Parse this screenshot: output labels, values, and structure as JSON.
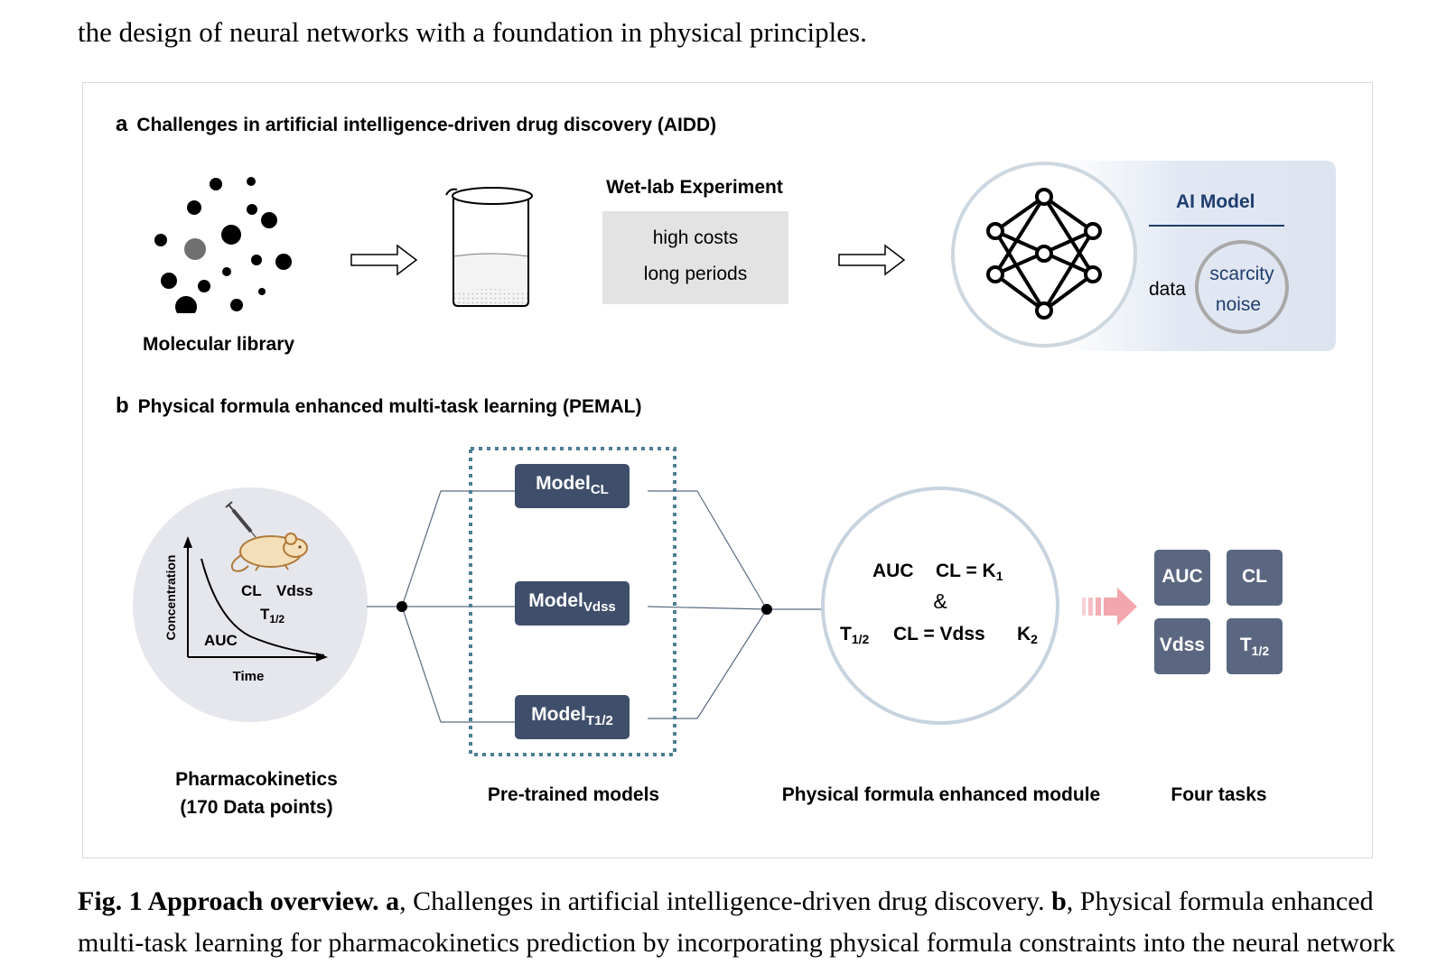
{
  "intro_text": "the design of neural networks with a foundation in physical principles.",
  "panel_a": {
    "letter": "a",
    "title": "Challenges in artificial intelligence-driven drug discovery (AIDD)",
    "molecular_library_label": "Molecular library",
    "wetlab": {
      "title": "Wet-lab Experiment",
      "line1": "high costs",
      "line2": "long periods"
    },
    "ai_model": {
      "title": "AI Model",
      "data_label": "data",
      "issue1": "scarcity",
      "issue2": "noise"
    }
  },
  "panel_b": {
    "letter": "b",
    "title": "Physical formula enhanced multi-task learning (PEMAL)",
    "pk_chart": {
      "y_label": "Concentration",
      "x_label": "Time",
      "cl": "CL",
      "vdss": "Vdss",
      "t_main": "T",
      "t_sub": "1/2",
      "auc": "AUC"
    },
    "pk_label_line1": "Pharmacokinetics",
    "pk_label_line2": "(170 Data points)",
    "models": [
      {
        "main": "Model",
        "sub": "CL"
      },
      {
        "main": "Model",
        "sub": "Vdss"
      },
      {
        "main": "Model",
        "sub": "T1/2"
      }
    ],
    "pretrained_label": "Pre-trained models",
    "formula": {
      "auc": "AUC",
      "cl_eq_k": "CL = K",
      "k1_sub": "1",
      "amp": "&",
      "t_main": "T",
      "t_sub": "1/2",
      "cl_eq_vdss": "CL =  Vdss",
      "k2": "K",
      "k2_sub": "2"
    },
    "module_label": "Physical formula enhanced module",
    "tasks": {
      "auc": "AUC",
      "cl": "CL",
      "vdss": "Vdss",
      "t_main": "T",
      "t_sub": "1/2"
    },
    "tasks_label": "Four tasks"
  },
  "caption": {
    "fig": "Fig. 1 Approach overview.",
    "a_letter": "a",
    "a_text": ", Challenges in artificial intelligence-driven drug discovery.",
    "b_letter": "b",
    "b_text": ", Physical formula enhanced multi-task learning for pharmacokinetics prediction by incorporating physical formula constraints into the neural network"
  },
  "colors": {
    "model_box": "#3f4f6b",
    "task_box": "#5b6781",
    "ai_title": "#1f3d6e",
    "dashed_border": "#4d7e93",
    "circle_fill": "#e5e7ec",
    "circle_border": "#c7d3de",
    "pink_arrow": "#f2a7ad"
  }
}
